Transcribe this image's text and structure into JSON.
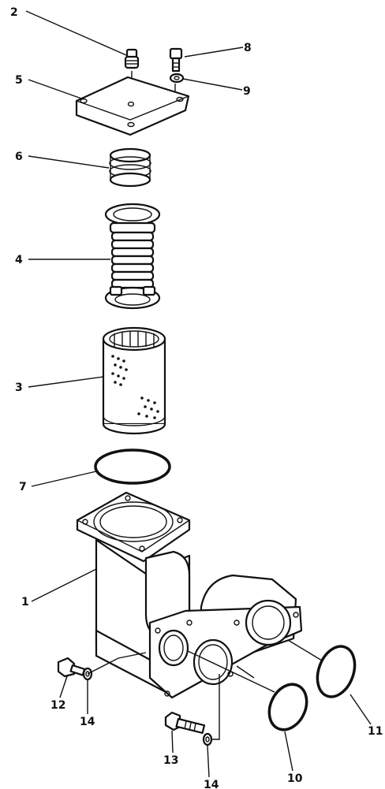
{
  "labels": {
    "n1": "1",
    "n2": "2",
    "n3": "3",
    "n4": "4",
    "n5": "5",
    "n6": "6",
    "n7": "7",
    "n8": "8",
    "n9": "9",
    "n10": "10",
    "n11": "11",
    "n12": "12",
    "n13": "13",
    "n14a": "14",
    "n14b": "14"
  }
}
